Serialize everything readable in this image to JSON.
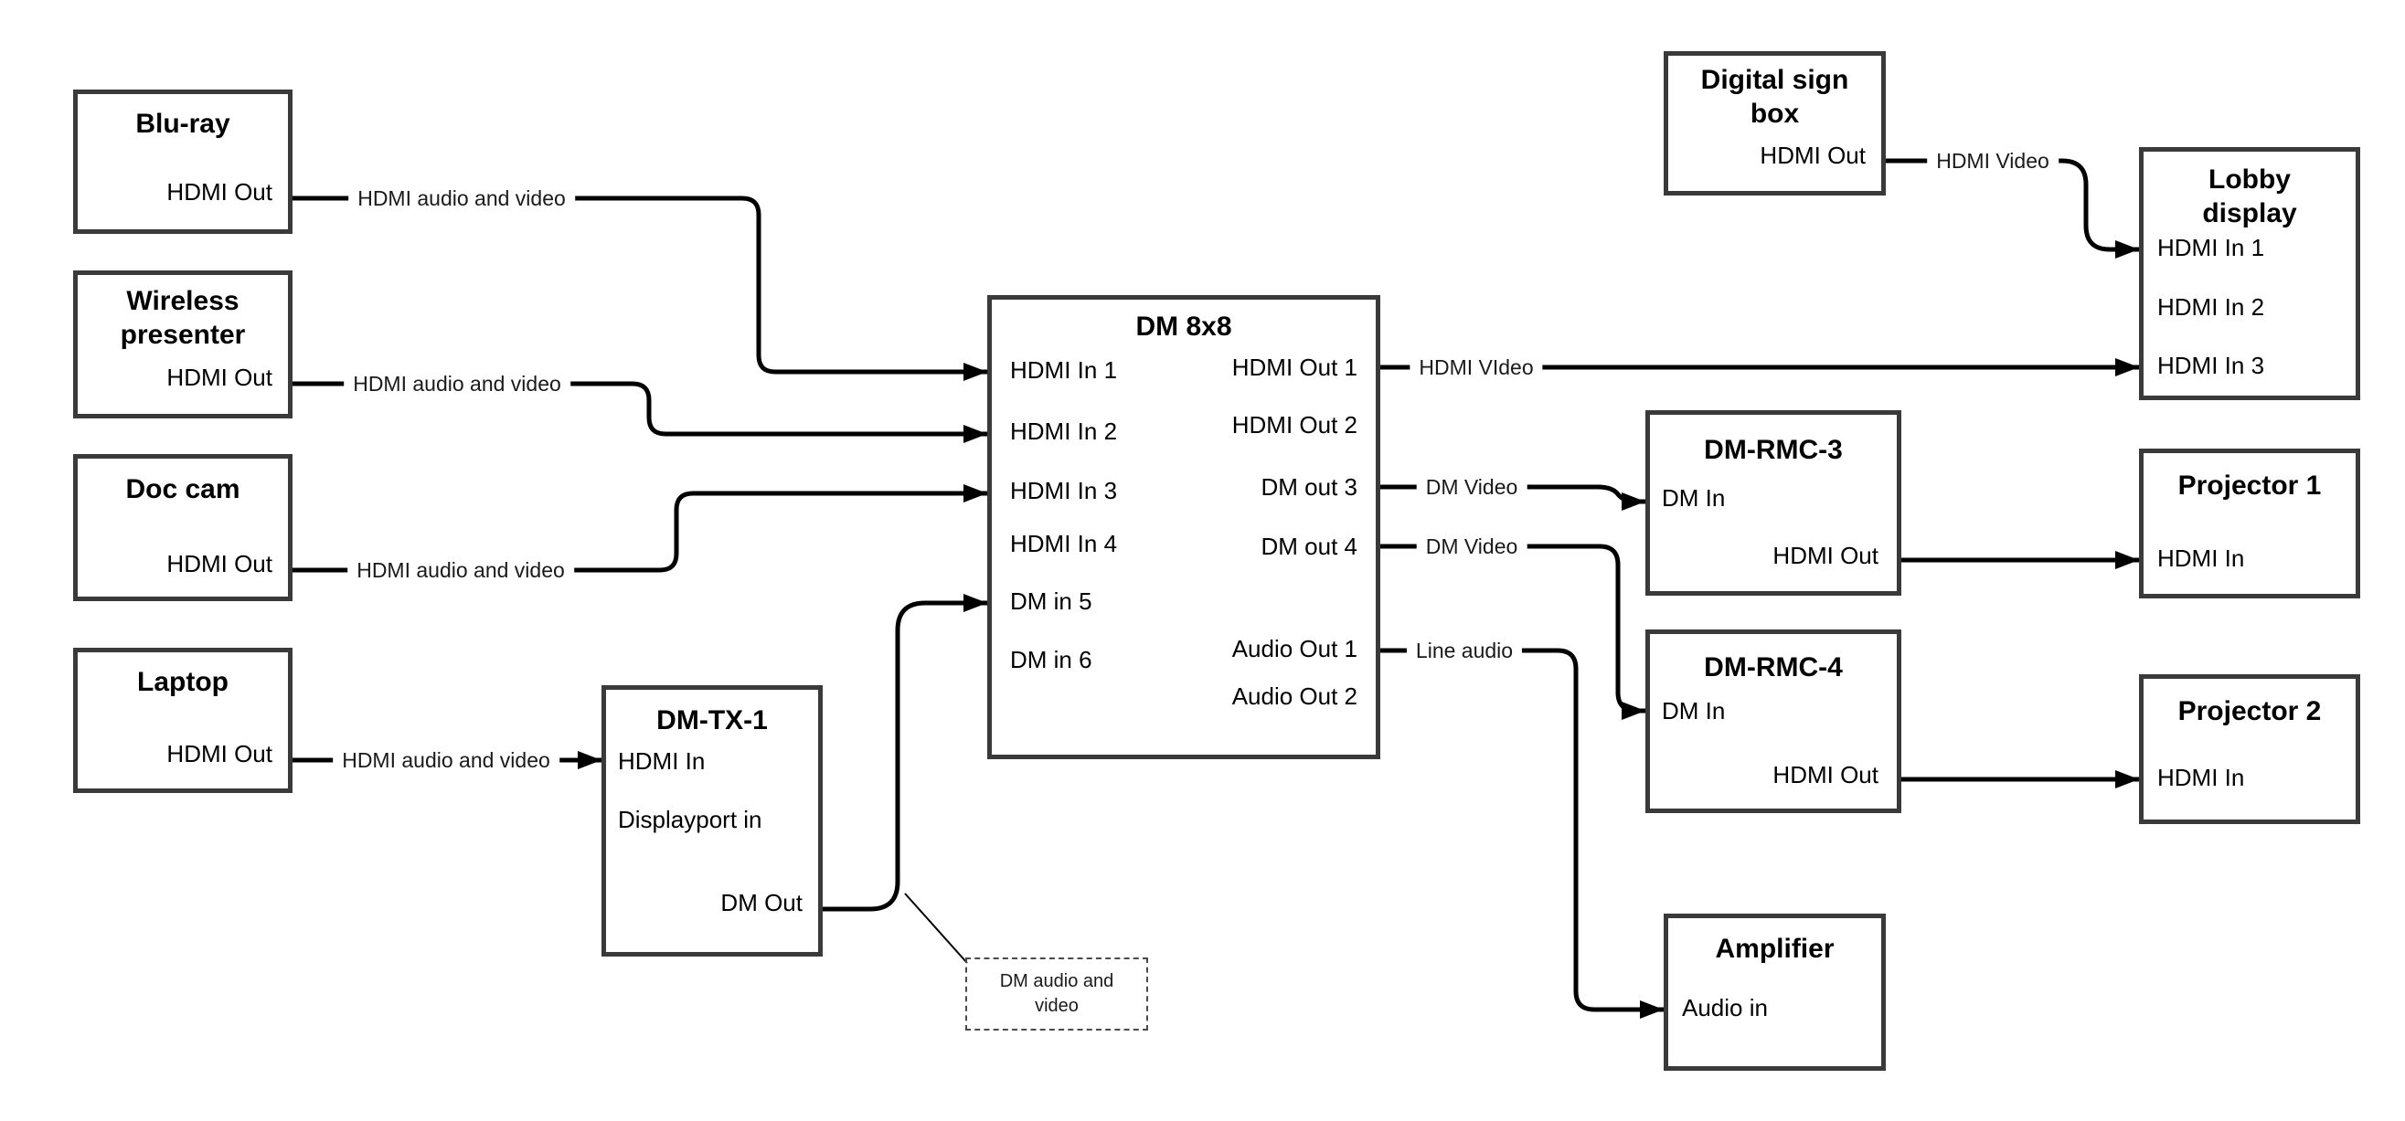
{
  "diagram": {
    "nodes": {
      "bluray": {
        "title": "Blu-ray",
        "ports": {
          "hdmi_out": "HDMI Out"
        }
      },
      "wireless_presenter": {
        "title": "Wireless presenter",
        "ports": {
          "hdmi_out": "HDMI Out"
        }
      },
      "doc_cam": {
        "title": "Doc cam",
        "ports": {
          "hdmi_out": "HDMI Out"
        }
      },
      "laptop": {
        "title": "Laptop",
        "ports": {
          "hdmi_out": "HDMI Out"
        }
      },
      "dm_tx_1": {
        "title": "DM-TX-1",
        "ports": {
          "hdmi_in": "HDMI In",
          "displayport_in": "Displayport in",
          "dm_out": "DM Out"
        }
      },
      "dm_8x8": {
        "title": "DM 8x8",
        "ports": {
          "hdmi_in_1": "HDMI In 1",
          "hdmi_in_2": "HDMI In 2",
          "hdmi_in_3": "HDMI In 3",
          "hdmi_in_4": "HDMI In 4",
          "dm_in_5": "DM in 5",
          "dm_in_6": "DM in 6",
          "hdmi_out_1": "HDMI Out 1",
          "hdmi_out_2": "HDMI Out 2",
          "dm_out_3": "DM out 3",
          "dm_out_4": "DM out 4",
          "audio_out_1": "Audio Out 1",
          "audio_out_2": "Audio Out 2"
        }
      },
      "digital_sign_box": {
        "title": "Digital sign box",
        "ports": {
          "hdmi_out": "HDMI Out"
        }
      },
      "lobby_display": {
        "title": "Lobby display",
        "ports": {
          "hdmi_in_1": "HDMI In 1",
          "hdmi_in_2": "HDMI In 2",
          "hdmi_in_3": "HDMI In 3"
        }
      },
      "dm_rmc_3": {
        "title": "DM-RMC-3",
        "ports": {
          "dm_in": "DM In",
          "hdmi_out": "HDMI Out"
        }
      },
      "projector_1": {
        "title": "Projector 1",
        "ports": {
          "hdmi_in": "HDMI In"
        }
      },
      "dm_rmc_4": {
        "title": "DM-RMC-4",
        "ports": {
          "dm_in": "DM In",
          "hdmi_out": "HDMI Out"
        }
      },
      "projector_2": {
        "title": "Projector 2",
        "ports": {
          "hdmi_in": "HDMI In"
        }
      },
      "amplifier": {
        "title": "Amplifier",
        "ports": {
          "audio_in": "Audio in"
        }
      }
    },
    "connection_labels": {
      "bluray_to_dm8x8": "HDMI audio and video",
      "wireless_to_dm8x8": "HDMI audio and video",
      "doccam_to_dm8x8": "HDMI audio and video",
      "laptop_to_dmtx1": "HDMI audio and video",
      "hdmi_out_1": "HDMI VIdeo",
      "signbox_to_lobby": "HDMI Video",
      "dm_out_3": "DM Video",
      "dm_out_4": "DM Video",
      "audio_out_1": "Line audio"
    },
    "annotation": {
      "text": "DM audio and video"
    },
    "palette": {
      "background": "#ffffff",
      "box_border": "#3a3a3a",
      "wire": "#000000",
      "text": "#000000"
    }
  }
}
